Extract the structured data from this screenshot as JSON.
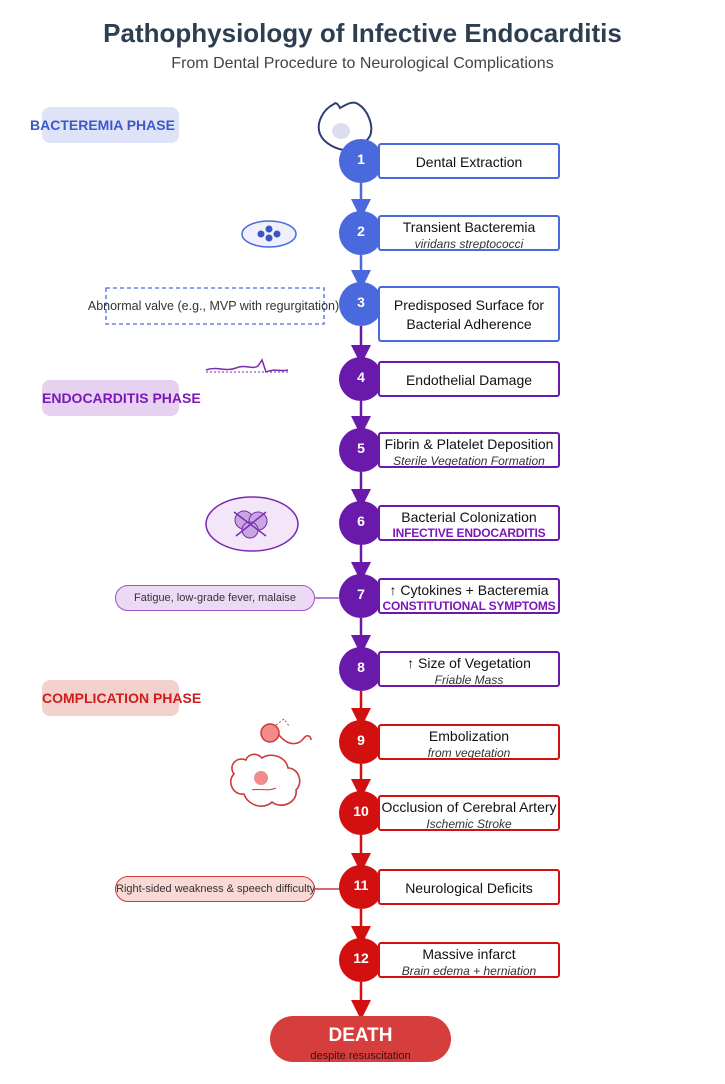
{
  "title": "Pathophysiology of Infective Endocarditis",
  "subtitle": "From Dental Procedure to Neurological Complications",
  "phases": {
    "bacteremia": "BACTEREMIA PHASE",
    "endocarditis": "ENDOCARDITIS PHASE",
    "complication": "COMPLICATION PHASE"
  },
  "colors": {
    "bacteremia": "#4a69dc",
    "endocarditis": "#6a1aaa",
    "complication": "#d31010"
  },
  "steps": [
    {
      "num": "1",
      "label": "Dental Extraction",
      "sub": "",
      "tag": ""
    },
    {
      "num": "2",
      "label": "Transient Bacteremia",
      "sub": "viridans streptococci",
      "tag": ""
    },
    {
      "num": "3",
      "label": "Predisposed Surface for Bacterial Adherence",
      "sub": "",
      "tag": ""
    },
    {
      "num": "4",
      "label": "Endothelial Damage",
      "sub": "",
      "tag": ""
    },
    {
      "num": "5",
      "label": "Fibrin & Platelet Deposition",
      "sub": "Sterile Vegetation Formation",
      "tag": ""
    },
    {
      "num": "6",
      "label": "Bacterial Colonization",
      "sub": "",
      "tag": "INFECTIVE ENDOCARDITIS"
    },
    {
      "num": "7",
      "label": "↑ Cytokines + Bacteremia",
      "sub": "",
      "tag": "CONSTITUTIONAL SYMPTOMS"
    },
    {
      "num": "8",
      "label": "↑ Size of Vegetation",
      "sub": "Friable Mass",
      "tag": ""
    },
    {
      "num": "9",
      "label": "Embolization",
      "sub": "from vegetation",
      "tag": ""
    },
    {
      "num": "10",
      "label": "Occlusion of Cerebral Artery",
      "sub": "Ischemic Stroke",
      "tag": ""
    },
    {
      "num": "11",
      "label": "Neurological Deficits",
      "sub": "",
      "tag": ""
    },
    {
      "num": "12",
      "label": "Massive infarct",
      "sub": "Brain edema + herniation",
      "tag": ""
    }
  ],
  "notes": {
    "valve": "Abnormal valve (e.g., MVP with regurgitation)",
    "fatigue": "Fatigue, low-grade fever, malaise",
    "weakness": "Right-sided weakness & speech difficulty"
  },
  "outcome": {
    "label": "DEATH",
    "sub": "despite resuscitation"
  }
}
